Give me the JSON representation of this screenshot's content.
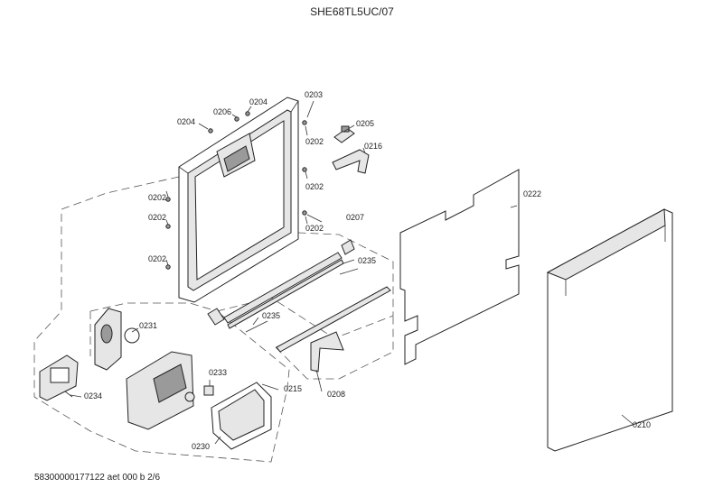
{
  "title": "SHE68TL5UC/07",
  "footer": "58300000177122 aet 000 b 2/6",
  "labels": {
    "l0203": "0203",
    "l0204a": "0204",
    "l0206": "0206",
    "l0204b": "0204",
    "l0205": "0205",
    "l0202a": "0202",
    "l0216": "0216",
    "l0202b": "0202",
    "l0202c": "0202",
    "l0202d": "0202",
    "l0207": "0207",
    "l0202e": "0202",
    "l0202f": "0202",
    "l0222": "0222",
    "l0235a": "0235",
    "l0235b": "0235",
    "l0231": "0231",
    "l0233": "0233",
    "l0215": "0215",
    "l0208": "0208",
    "l0234": "0234",
    "l0230": "0230",
    "l0210": "0210"
  }
}
